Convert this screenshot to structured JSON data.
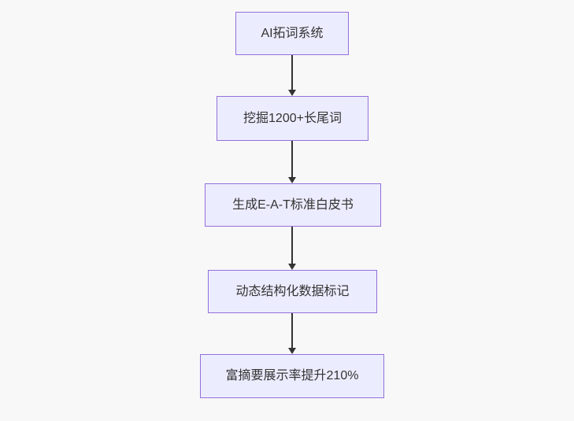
{
  "flowchart": {
    "type": "flowchart",
    "direction": "top-down",
    "nodes": [
      {
        "id": "step-1",
        "label": "AI拓词系统"
      },
      {
        "id": "step-2",
        "label": "挖掘1200+长尾词"
      },
      {
        "id": "step-3",
        "label": "生成E-A-T标准白皮书"
      },
      {
        "id": "step-4",
        "label": "动态结构化数据标记"
      },
      {
        "id": "step-5",
        "label": "富摘要展示率提升210%"
      }
    ],
    "edges": [
      {
        "from": "step-1",
        "to": "step-2",
        "style": "arrow-down"
      },
      {
        "from": "step-2",
        "to": "step-3",
        "style": "arrow-down"
      },
      {
        "from": "step-3",
        "to": "step-4",
        "style": "arrow-down"
      },
      {
        "from": "step-4",
        "to": "step-5",
        "style": "arrow-down"
      }
    ],
    "colors": {
      "node_fill": "#ECECFF",
      "node_border": "#9370DB",
      "edge_line": "#333333",
      "arrowhead": "#333333",
      "text": "#333333",
      "background": "#f8f8f8"
    }
  }
}
